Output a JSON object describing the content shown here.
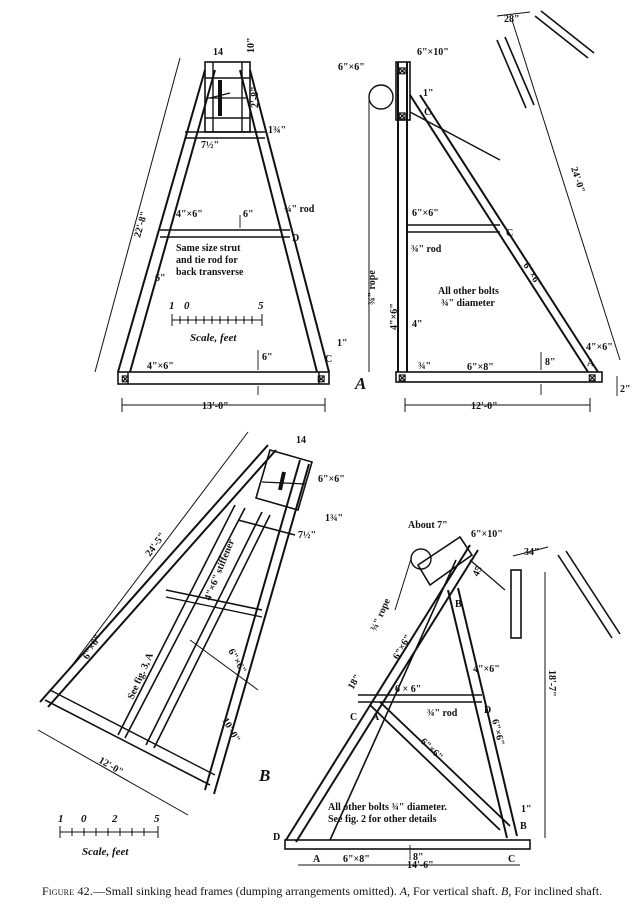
{
  "figure_a": {
    "letter": "A",
    "left": {
      "dim_top_width": "14",
      "dim_top_height": "10\"",
      "dim_crown": "2'-8\"",
      "dim_1_3_4": "1¾\"",
      "dim_7_half": "7½\"",
      "dim_height": "22'-8\"",
      "strut": "4\"×6\"",
      "dim_6_mid": "6\"",
      "rod": "¾\" rod",
      "label_d": "D",
      "note_line1": "Same size strut",
      "note_line2": "and tie rod for",
      "note_line3": "back transverse",
      "dim_6_leg": "6\"",
      "base_beam": "4\"×6\"",
      "dim_6_base": "6\"",
      "dim_1": "1\"",
      "label_c": "C",
      "dim_base_width": "13'-0\""
    },
    "right": {
      "sill_6x6": "6\"×6\"",
      "cap_6x10": "6\"×10\"",
      "dim_1": "1\"",
      "label_c_top": "C",
      "top_28": "28\"",
      "dim_24": "24'-0\"",
      "brace_6x6": "6\"×6\"",
      "label_c_mid": "C",
      "rod": "¾\" rod",
      "rope": "¾\" rope",
      "post_4x6": "4\"×6\"",
      "brace_diag": "6\"×6\"",
      "note_line1": "All other bolts",
      "note_line2": "¾\" diameter",
      "dim_4": "4\"",
      "dim_3_4": "¾\"",
      "sill_6x8": "6\"×8\"",
      "dim_8": "8\"",
      "foot_4x6": "4\"×6\"",
      "label_a": "A",
      "dim_2": "2\"",
      "dim_base": "12'-0\""
    },
    "scale": {
      "ticks": [
        "1",
        "0",
        "",
        "",
        "",
        "5"
      ],
      "caption": "Scale, feet"
    }
  },
  "figure_b": {
    "letter": "B",
    "left": {
      "dim_14": "14",
      "head_6x6": "6\"×6\"",
      "dim_1_3_4": "1¾\"",
      "dim_7_half": "7½\"",
      "dim_24_5": "24'-5\"",
      "stiffener": "4\"×6\" stiffener",
      "leg_6x6_a": "6\"×6\"",
      "leg_6x6_b": "6\"×6\"",
      "see_fig": "See fig. 3, A",
      "dim_10": "10'-0\"",
      "dim_12": "12'-0\""
    },
    "right": {
      "about_7": "About 7\"",
      "cap_6x10": "6\"×10\"",
      "dim_45": "45",
      "label_b": "B",
      "dim_34": "34\"",
      "rope": "¾\" rope",
      "beam_6x6_top": "6\"×6\"",
      "dim_18": "18\"",
      "brace_6x6_mid": "6 × 6\"",
      "foot_4x6": "4\"×6\"",
      "label_d": "D",
      "label_c": "C",
      "label_a": "A",
      "rod": "¾\" rod",
      "diag_6x6": "6\"×6\"",
      "post_6x6": "6\"×6\"",
      "dim_18_7": "18'-7\"",
      "note_line1": "All other bolts ¾\" diameter.",
      "note_line2": "See fig. 2 for other details",
      "dim_1": "1\"",
      "label_b_low": "B",
      "label_d_low": "D",
      "sill_6x8": "6\"×8\"",
      "dim_8": "8\"",
      "label_a_low": "A",
      "label_c_low": "C",
      "dim_base": "14'-6\""
    },
    "scale": {
      "ticks": [
        "1",
        "0",
        "2",
        "5"
      ],
      "caption": "Scale, feet"
    }
  },
  "caption": {
    "fig_label": "Figure 42.",
    "text": "—Small sinking head frames (dumping arrangements omitted).",
    "a_label": "A",
    "a_text": ", For vertical shaft.",
    "b_label": "B",
    "b_text": ", For inclined shaft."
  }
}
